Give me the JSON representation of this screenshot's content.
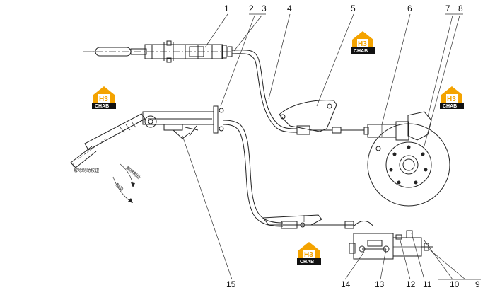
{
  "diagram": {
    "callouts": [
      "1",
      "2",
      "3",
      "4",
      "5",
      "6",
      "7",
      "8",
      "9",
      "10",
      "11",
      "12",
      "13",
      "14",
      "15"
    ],
    "annotations": {
      "release_button": "解除制动按钮",
      "release_brake": "解除制动",
      "brake": "制动"
    },
    "watermark": {
      "brand": "CHAB"
    }
  }
}
